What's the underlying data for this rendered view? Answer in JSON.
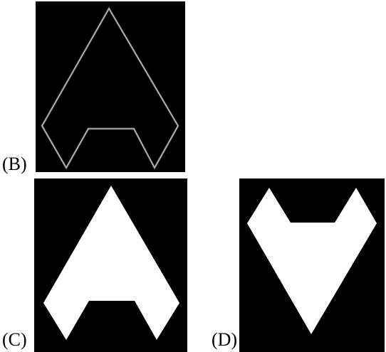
{
  "figure": {
    "panels": [
      {
        "id": "B",
        "label": "(B)",
        "style": "outline",
        "description_name": "edge-outline-arrow-up"
      },
      {
        "id": "C",
        "label": "(C)",
        "style": "filled",
        "description_name": "filled-arrow-up"
      },
      {
        "id": "D",
        "label": "(D)",
        "style": "filled",
        "description_name": "filled-arrow-down"
      }
    ],
    "colors": {
      "background": "#000000",
      "shape": "#ffffff",
      "page": "#ffffff",
      "outline_glow": "#bfbfbf"
    }
  }
}
